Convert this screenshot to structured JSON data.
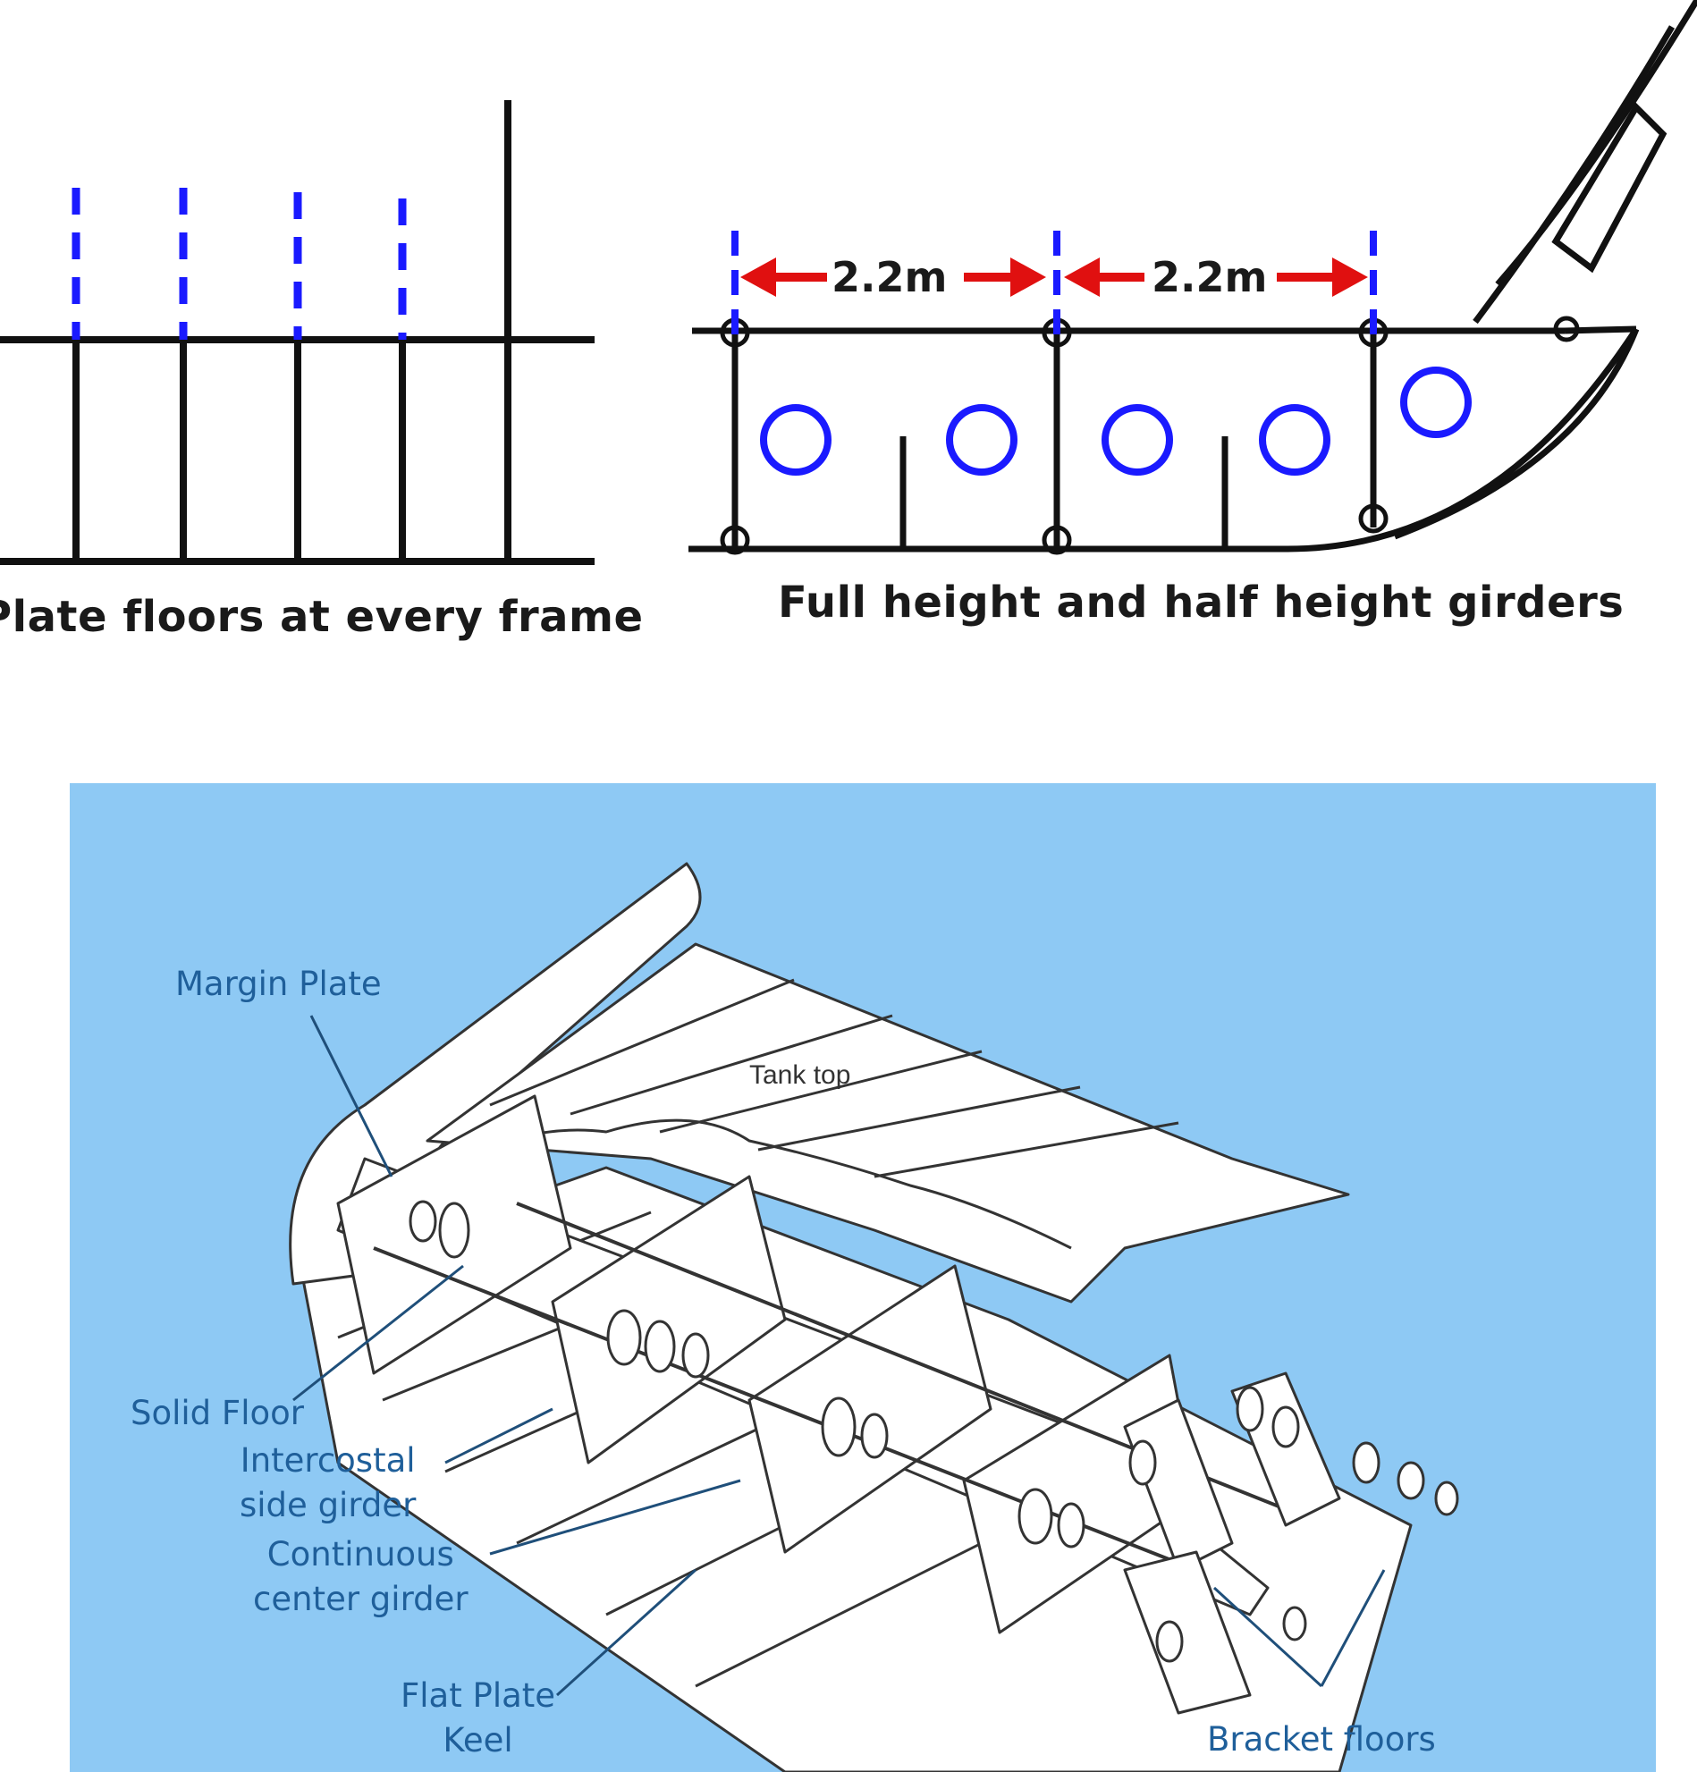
{
  "top_left": {
    "caption": "Plate floors at every frame"
  },
  "top_right": {
    "caption": "Full height and half height girders",
    "spacing_1": "2.2m",
    "spacing_2": "2.2m"
  },
  "colors": {
    "frame_line": "#111111",
    "dashed_frame": "#1a1aff",
    "arrow": "#e01010",
    "lightening_hole": "#1a1aff",
    "panel_background": "#8ec9f4",
    "label_text": "#1f5f9a"
  },
  "bottom": {
    "labels": {
      "margin_plate": "Margin Plate",
      "tank_top": "Tank top",
      "solid_floor": "Solid Floor",
      "intercostal_line1": "Intercostal",
      "intercostal_line2": "side girder",
      "continuous_line1": "Continuous",
      "continuous_line2": "center girder",
      "flat_plate_line1": "Flat Plate",
      "flat_plate_line2": "Keel",
      "bracket_floors": "Bracket floors"
    }
  }
}
